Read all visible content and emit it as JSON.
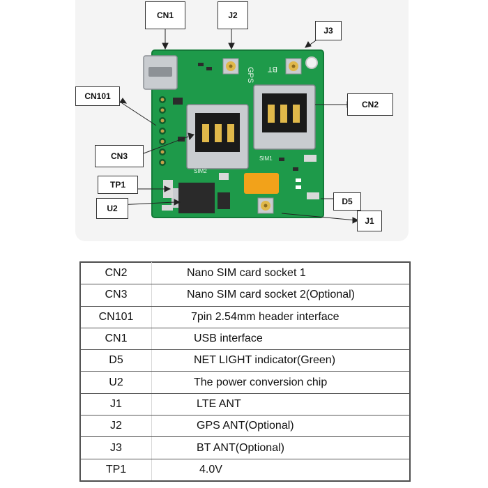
{
  "callouts": {
    "cn1": "CN1",
    "j2": "J2",
    "j3": "J3",
    "cn101": "CN101",
    "cn2": "CN2",
    "cn3": "CN3",
    "tp1": "TP1",
    "d5": "D5",
    "u2": "U2",
    "j1": "J1"
  },
  "board_labels": {
    "gps": "GPS",
    "bt": "BT",
    "sim2": "SIM2",
    "sim1": "SIM1"
  },
  "table": {
    "rows": [
      {
        "code": "CN2",
        "desc": "Nano SIM card socket 1"
      },
      {
        "code": "CN3",
        "desc": "Nano SIM card socket 2(Optional)"
      },
      {
        "code": "CN101",
        "desc": "7pin 2.54mm header interface"
      },
      {
        "code": "CN1",
        "desc": "USB interface"
      },
      {
        "code": "D5",
        "desc": "NET LIGHT indicator(Green)"
      },
      {
        "code": "U2",
        "desc": "The power conversion chip"
      },
      {
        "code": "J1",
        "desc": "LTE ANT"
      },
      {
        "code": "J2",
        "desc": "GPS ANT(Optional)"
      },
      {
        "code": "J3",
        "desc": "BT ANT(Optional)"
      },
      {
        "code": "TP1",
        "desc": "4.0V"
      }
    ]
  },
  "colors": {
    "pcb": "#1e9a4a",
    "pcb_dark": "#137a38",
    "gold": "#e0b84a",
    "silver": "#c9ccd0",
    "orange_cap": "#f2a21a"
  }
}
